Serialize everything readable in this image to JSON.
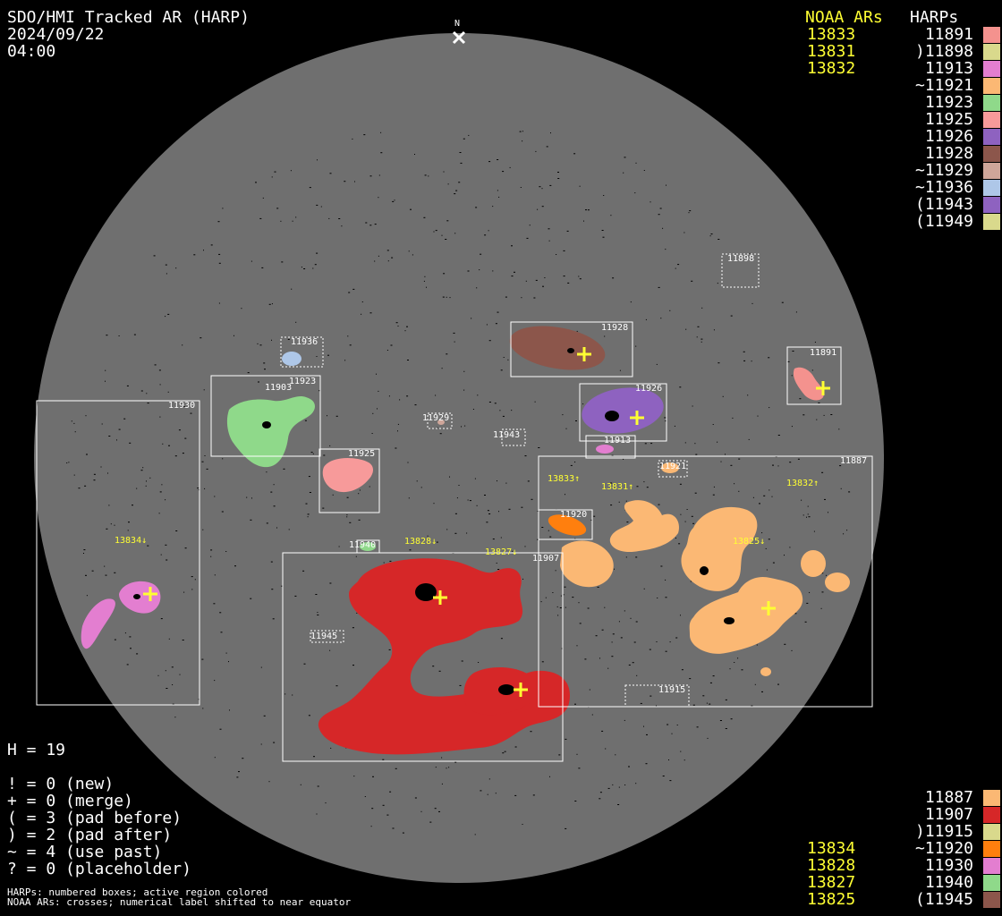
{
  "title": "SDO/HMI Tracked AR (HARP)",
  "date": "2024/09/22",
  "time": "04:00",
  "north_marker": "N",
  "top_table": {
    "noaa_header": "NOAA ARs",
    "harp_header": "HARPs",
    "rows": [
      {
        "noaa": "13833",
        "harp": "11891",
        "color": "#f4928e"
      },
      {
        "noaa": "13831",
        "harp": ")11898",
        "color": "#d9d98c"
      },
      {
        "noaa": "13832",
        "harp": "11913",
        "color": "#e37ed0"
      },
      {
        "noaa": "",
        "harp": "~11921",
        "color": "#fbb874"
      },
      {
        "noaa": "",
        "harp": "11923",
        "color": "#8fd98a"
      },
      {
        "noaa": "",
        "harp": "11925",
        "color": "#f79a9a"
      },
      {
        "noaa": "",
        "harp": "11926",
        "color": "#8e62c0"
      },
      {
        "noaa": "",
        "harp": "11928",
        "color": "#8c564b"
      },
      {
        "noaa": "",
        "harp": "~11929",
        "color": "#cfa69a"
      },
      {
        "noaa": "",
        "harp": "~11936",
        "color": "#aec7e8"
      },
      {
        "noaa": "",
        "harp": "(11943",
        "color": "#8e62c0"
      },
      {
        "noaa": "",
        "harp": "(11949",
        "color": "#d9d98c"
      }
    ]
  },
  "bottom_table": {
    "rows": [
      {
        "noaa": "",
        "harp": "11887",
        "color": "#fbb874"
      },
      {
        "noaa": "",
        "harp": "11907",
        "color": "#d62728"
      },
      {
        "noaa": "",
        "harp": ")11915",
        "color": "#d9d98c"
      },
      {
        "noaa": "13834",
        "harp": "~11920",
        "color": "#ff7f0e"
      },
      {
        "noaa": "13828",
        "harp": "11930",
        "color": "#e37ed0"
      },
      {
        "noaa": "13827",
        "harp": "11940",
        "color": "#8fd98a"
      },
      {
        "noaa": "13825",
        "harp": "(11945",
        "color": "#8c564b"
      }
    ]
  },
  "stats": {
    "h_count": "H = 19",
    "lines": [
      "! = 0 (new)",
      "+ = 0 (merge)",
      "( = 3 (pad before)",
      ") = 2 (pad after)",
      "~ = 4 (use past)",
      "? = 0 (placeholder)"
    ]
  },
  "footnotes": [
    "HARPs: numbered boxes; active region colored",
    "NOAA ARs: crosses; numerical label shifted to near equator"
  ],
  "disk_labels": {
    "harps": [
      "11898",
      "11928",
      "11936",
      "11891",
      "11923",
      "11926",
      "11903",
      "11929",
      "11943",
      "11913",
      "11930",
      "11925",
      "11921",
      "11887",
      "11920",
      "11940",
      "11907",
      "11945",
      "11915"
    ],
    "noaa": [
      "13833↑",
      "13831↑",
      "13832↑",
      "13834↓",
      "13828↓",
      "13827↓",
      "13825↓"
    ]
  },
  "colors": {
    "disk": "#6f6f6f",
    "noaa_text": "#ffff33",
    "box": "#ffffff"
  }
}
